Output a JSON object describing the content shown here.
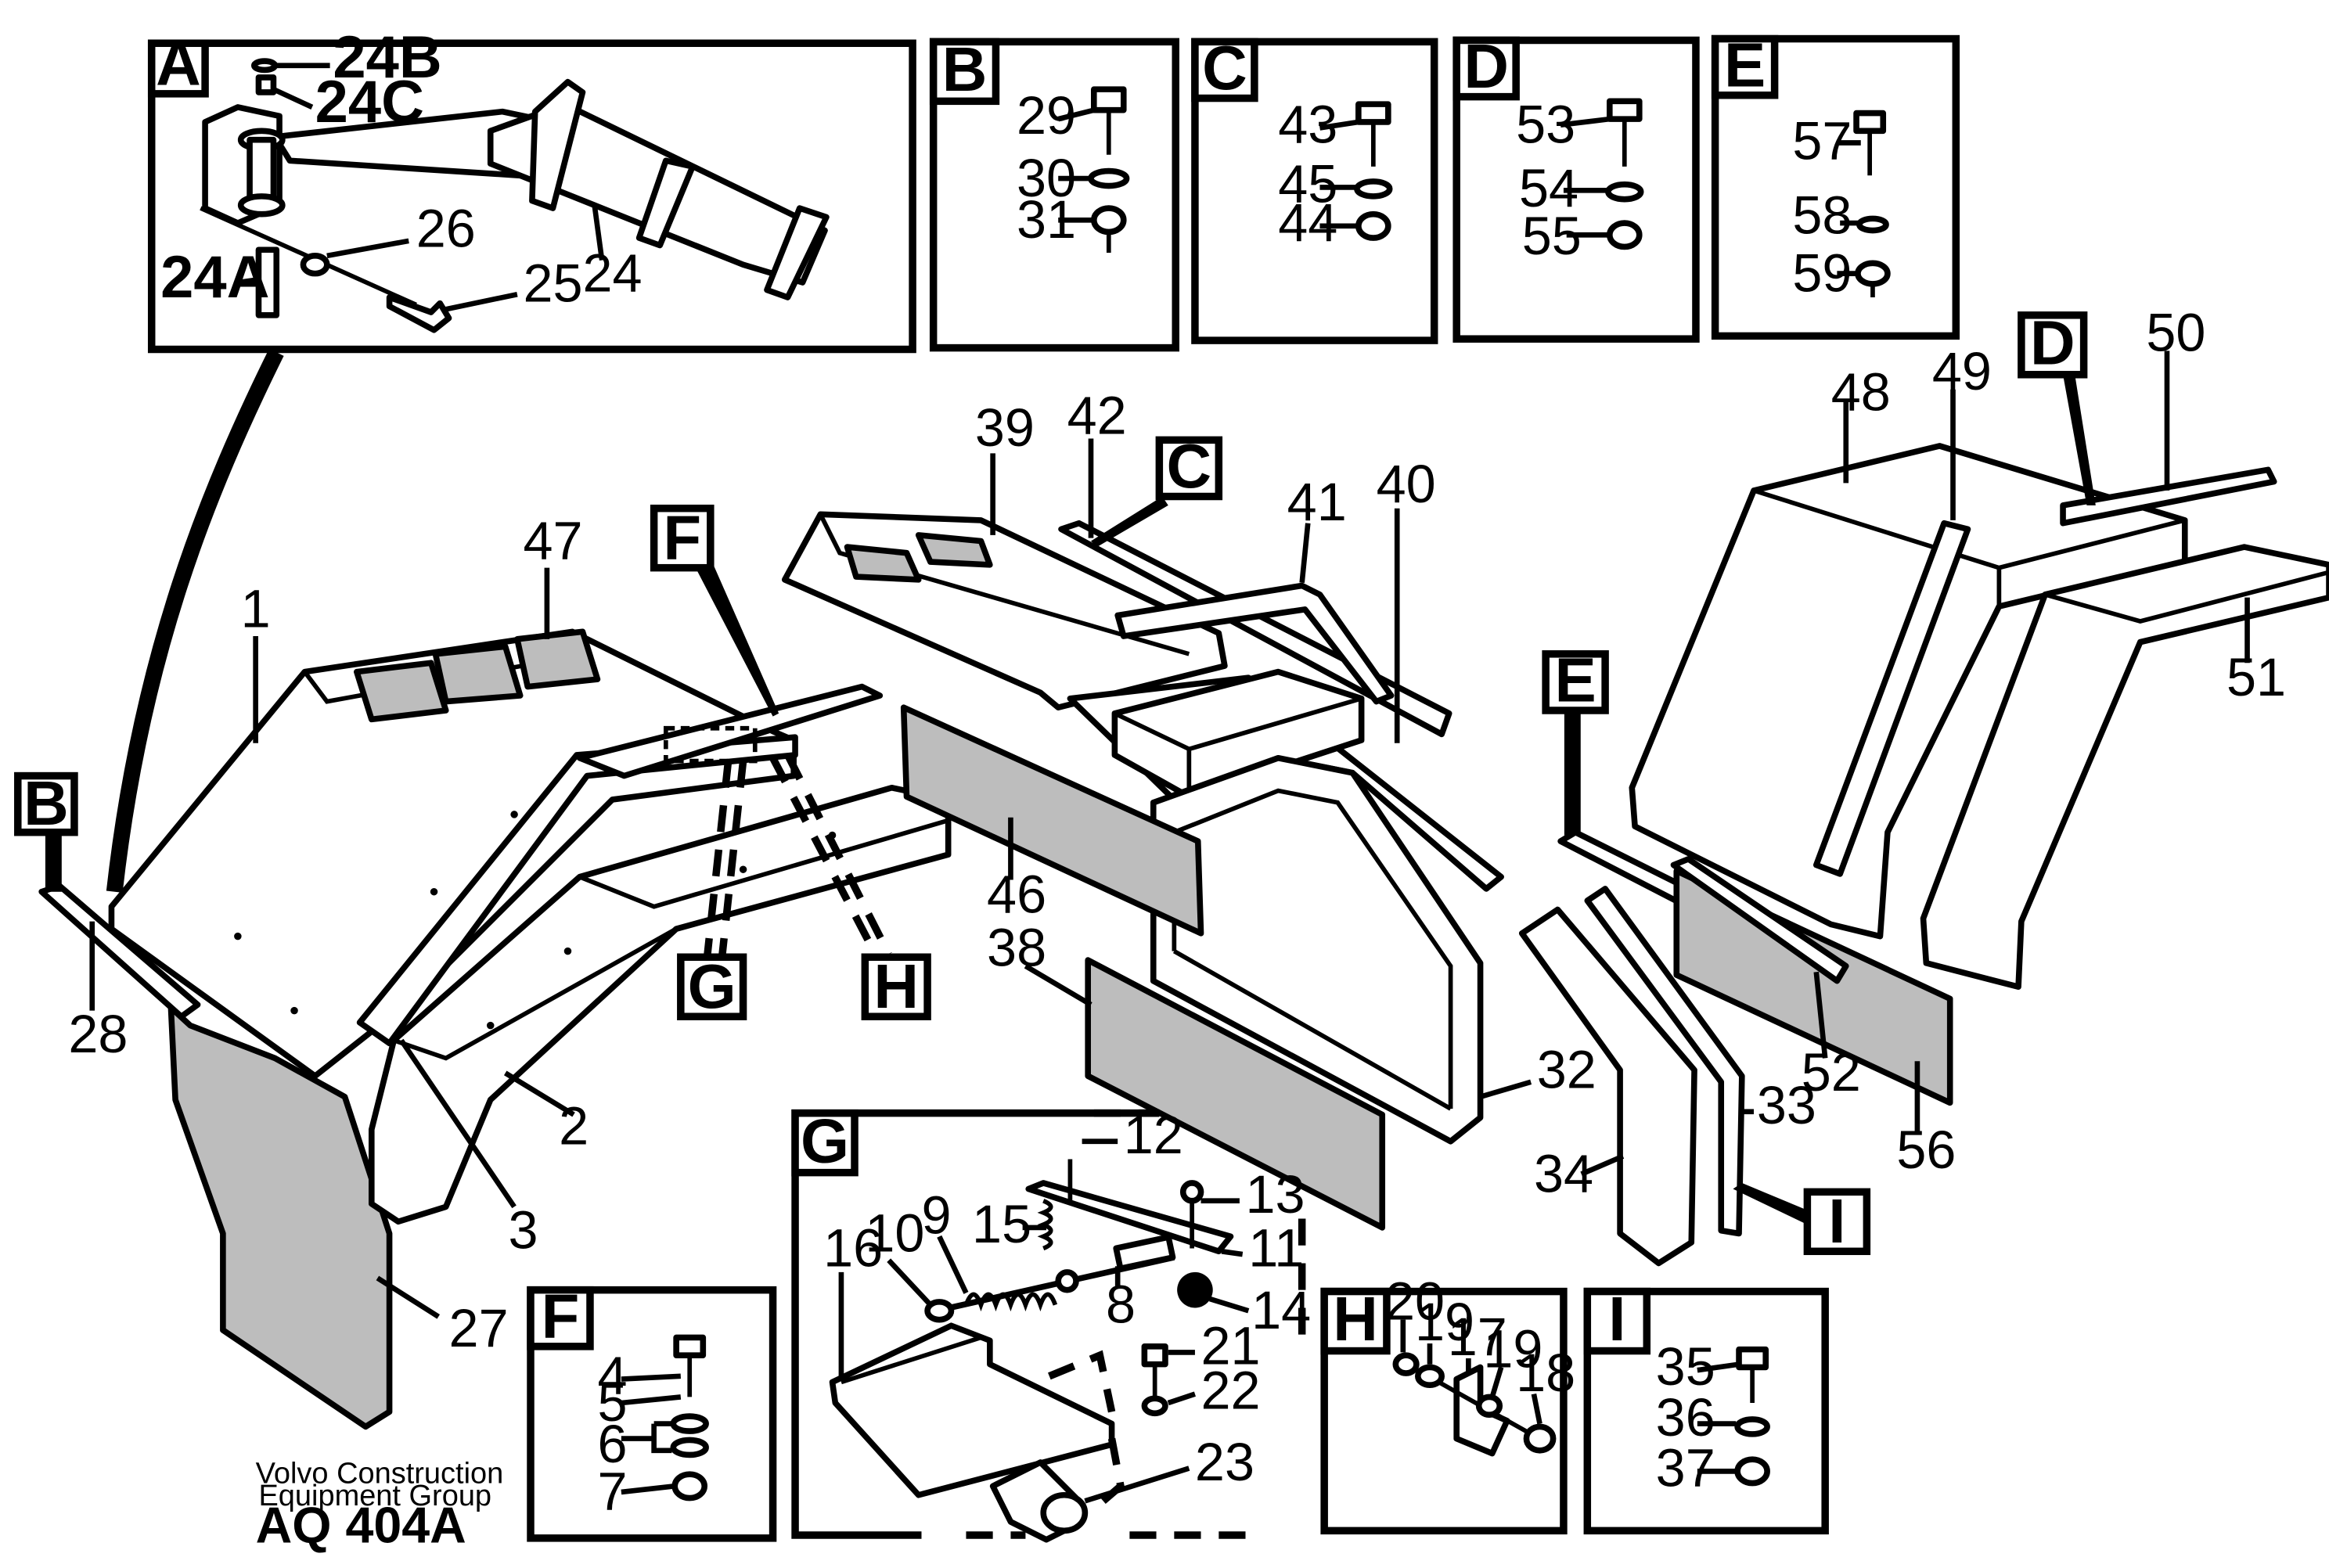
{
  "detail_boxes": {
    "A": "A",
    "B": "B",
    "C": "C",
    "D": "D",
    "E": "E",
    "F": "F",
    "G": "G",
    "H": "H",
    "I": "I"
  },
  "callouts": {
    "B": "B",
    "C": "C",
    "D": "D",
    "E": "E",
    "F": "F",
    "G": "G",
    "H": "H",
    "I": "I"
  },
  "parts": {
    "p1": "1",
    "p2": "2",
    "p3": "3",
    "p4": "4",
    "p5": "5",
    "p6": "6",
    "p7": "7",
    "p8": "8",
    "p9": "9",
    "p10": "10",
    "p11": "11",
    "p12": "12",
    "p13": "13",
    "p14": "14",
    "p15": "15",
    "p16": "16",
    "p17": "17",
    "p18": "18",
    "p19a": "19",
    "p19b": "19",
    "p20": "20",
    "p21": "21",
    "p22": "22",
    "p23": "23",
    "p24": "24",
    "p24A": "24A",
    "p24B": "24B",
    "p24C": "24C",
    "p25": "25",
    "p26": "26",
    "p27": "27",
    "p28": "28",
    "p29": "29",
    "p30": "30",
    "p31": "31",
    "p32": "32",
    "p33": "33",
    "p34": "34",
    "p35": "35",
    "p36": "36",
    "p37": "37",
    "p38": "38",
    "p39": "39",
    "p40": "40",
    "p41": "41",
    "p42": "42",
    "p43": "43",
    "p44": "44",
    "p45": "45",
    "p46": "46",
    "p47": "47",
    "p48": "48",
    "p49": "49",
    "p50": "50",
    "p51": "51",
    "p52": "52",
    "p53": "53",
    "p54": "54",
    "p55": "55",
    "p56": "56",
    "p57": "57",
    "p58": "58",
    "p59": "59"
  },
  "footer": {
    "line1": "Volvo Construction",
    "line2": "Equipment Group",
    "code": "AQ 404A"
  }
}
